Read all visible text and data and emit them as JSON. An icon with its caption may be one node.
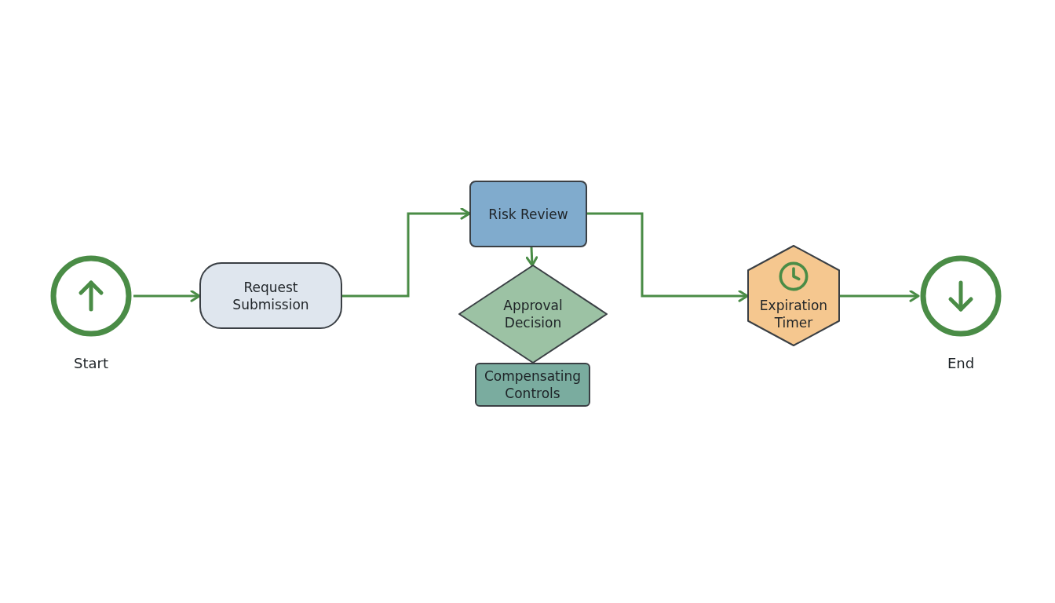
{
  "diagram": {
    "nodes": [
      {
        "text": [
          "Start"
        ]
      },
      {
        "text": [
          "Request Submission"
        ]
      },
      {
        "text": [
          "Risk Review"
        ]
      },
      {
        "text": [
          "Approval Decision"
        ]
      },
      {
        "text": [
          "Compensating Controls"
        ]
      },
      {
        "text": [
          "Expiration Timer"
        ]
      },
      {
        "text": [
          "End"
        ]
      }
    ],
    "edges": [
      {
        "from": 0,
        "to": 1,
        "arrow": "to"
      },
      {
        "from": 1,
        "to": 2,
        "arrow": "to"
      },
      {
        "from": 2,
        "to": 3,
        "arrow": "to"
      },
      {
        "from": 2,
        "to": 5,
        "arrow": "to"
      },
      {
        "from": 5,
        "to": 6,
        "arrow": "to"
      }
    ]
  }
}
